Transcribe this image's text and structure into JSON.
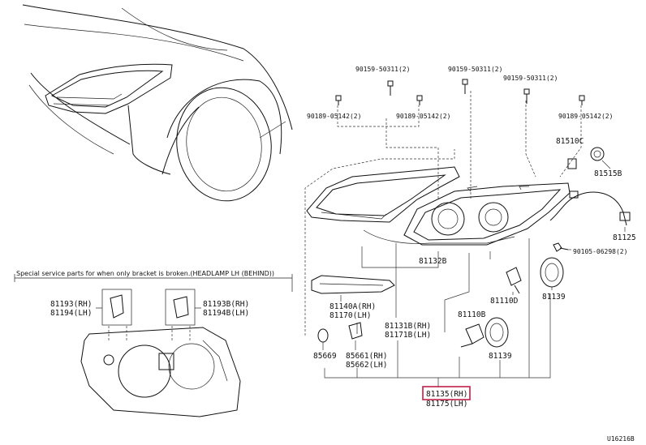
{
  "labels": {
    "bolt_a": "90159-50311(2)",
    "bolt_b": "90159-50311(2)",
    "bolt_c": "90159-50311(2)",
    "clip_a": "90189-05142(2)",
    "clip_b": "90189-05142(2)",
    "clip_c": "90189-05142(2)",
    "socket": "81510C",
    "bulb_socket": "81515B",
    "wire": "81125",
    "screw": "90105-06298(2)",
    "bezel": "81132B",
    "ring": "81139",
    "bracket_rh": "81140A(RH)",
    "bracket_lh": "81170(LH)",
    "lens_rh": "81131B(RH)",
    "lens_lh": "81171B(LH)",
    "bulb_hi": "81110B",
    "bulb_lo": "81110D",
    "ring_lo": "81139",
    "grommet": "85669",
    "motor_rh": "85661(RH)",
    "motor_lh": "85662(LH)",
    "assy_rh": "81135(RH)",
    "assy_lh": "81175(LH)",
    "repair_rh1": "81193(RH)",
    "repair_lh1": "81194(LH)",
    "repair_rh2": "81193B(RH)",
    "repair_lh2": "81194B(LH)",
    "note": "Special service parts for when only bracket is broken.(HEADLAMP LH (BEHIND))",
    "figure_id": "U16216B"
  },
  "colors": {
    "highlight": "#c0204a",
    "ink": "#111111"
  }
}
